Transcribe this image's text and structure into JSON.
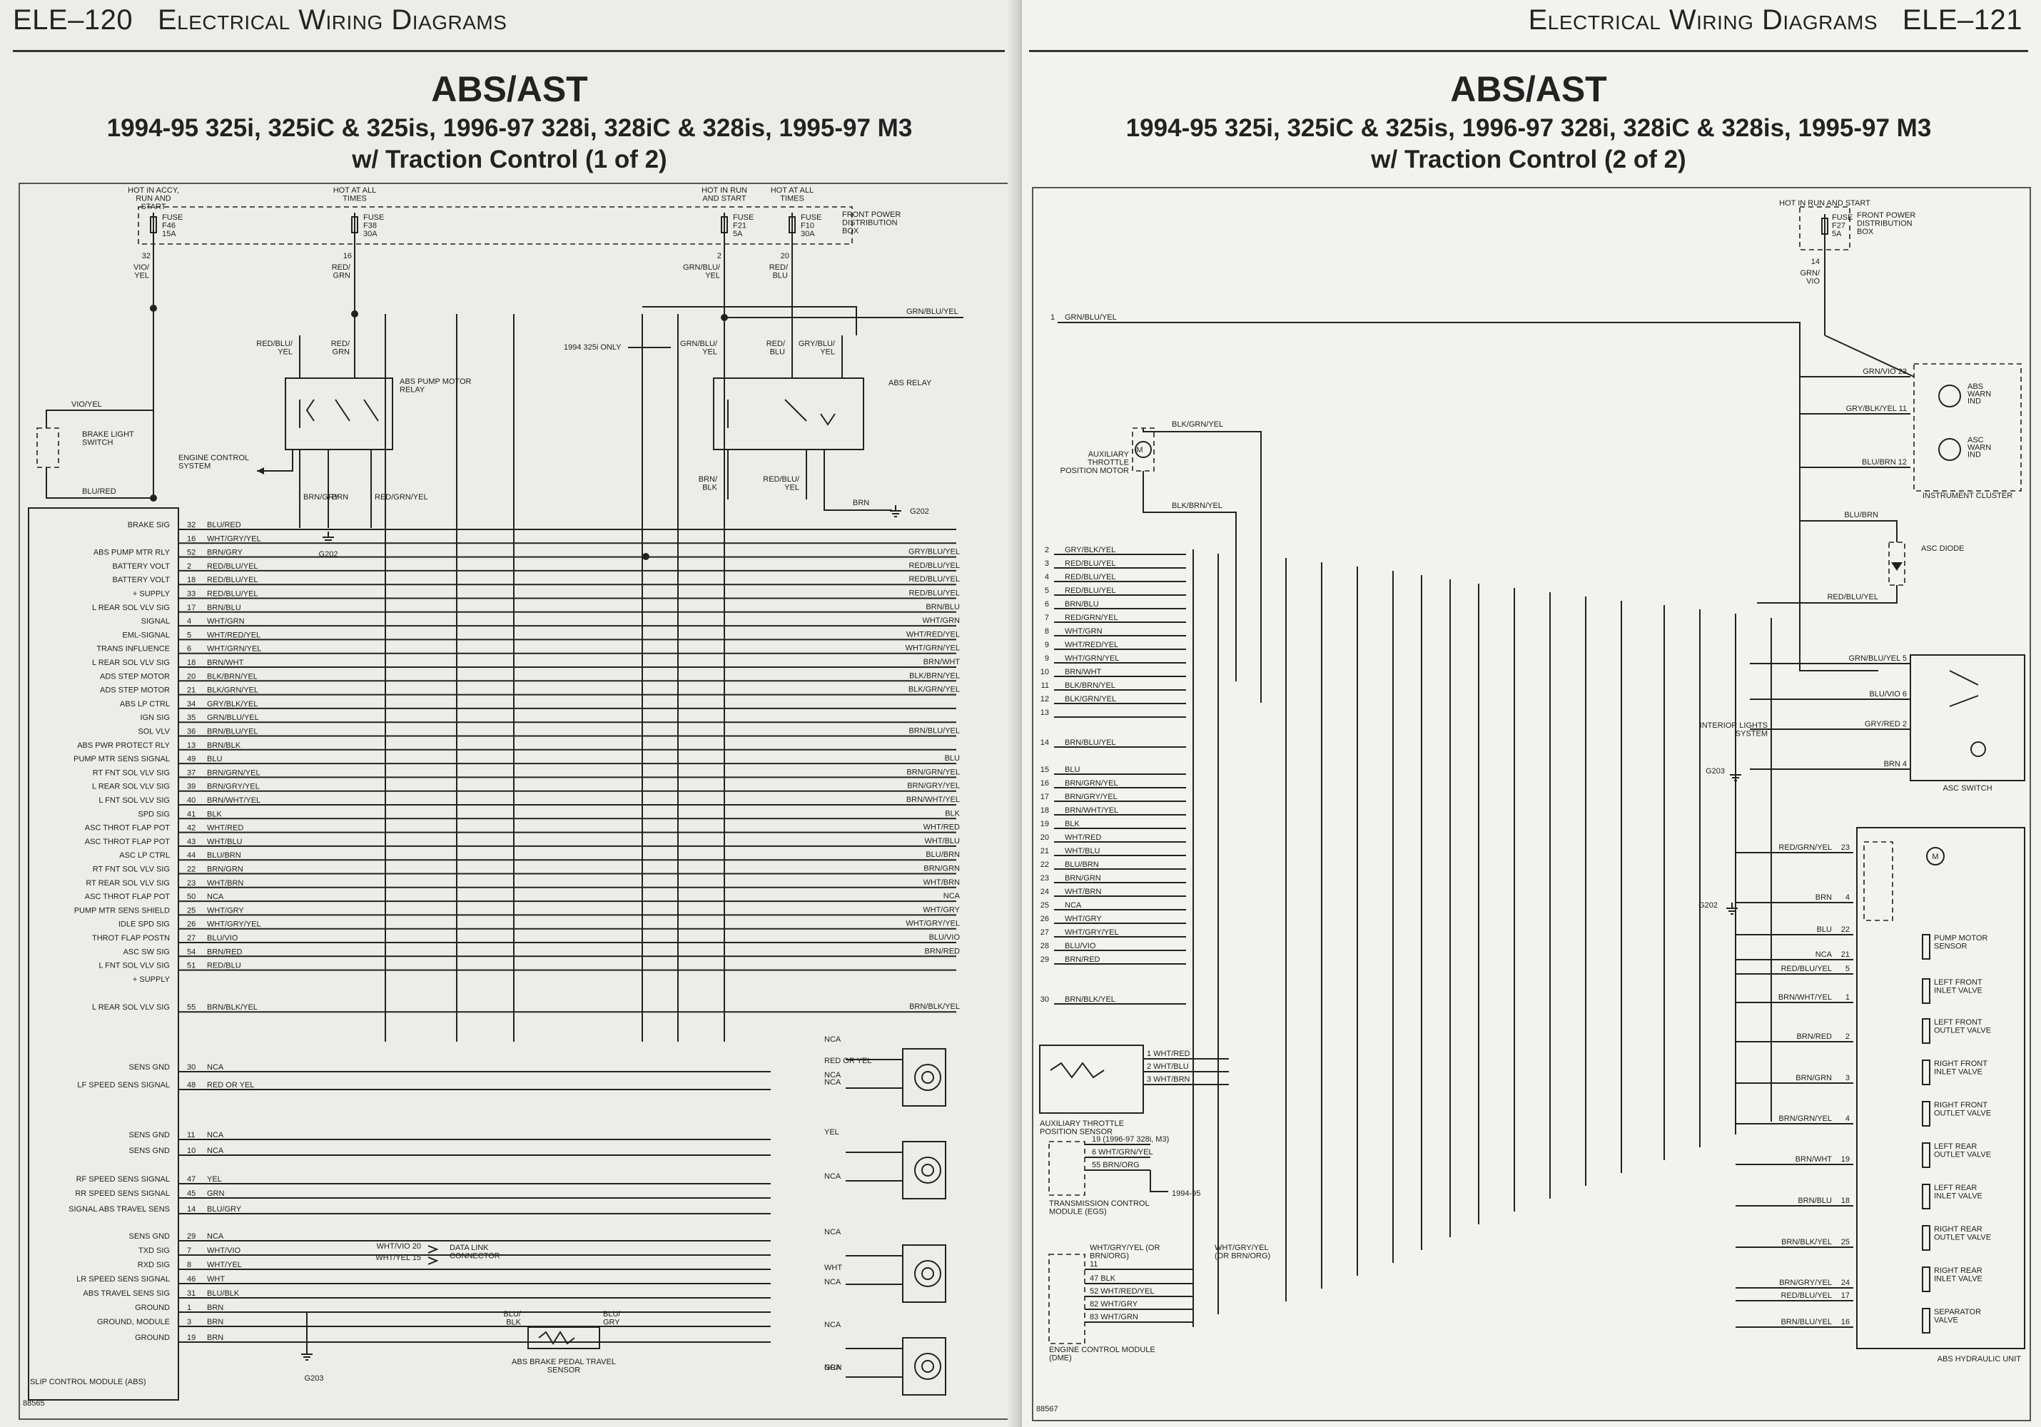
{
  "left": {
    "page_number": "ELE–120",
    "header": "Electrical Wiring Diagrams",
    "title": "ABS/AST",
    "subtitle": "1994-95 325i, 325iC & 325is, 1996-97 328i, 328iC & 328is, 1995-97 M3",
    "subtitle2": "w/ Traction Control (1 of 2)",
    "fuse_groups": [
      {
        "label": "HOT IN ACCY, RUN AND START",
        "fuse": "FUSE F46 15A",
        "wire": "VIO/ YEL",
        "terminal": "32"
      },
      {
        "label": "HOT AT ALL TIMES",
        "fuse": "FUSE F38 30A",
        "wire": "RED/ GRN",
        "terminal": "16"
      },
      {
        "label": "HOT IN RUN AND START",
        "fuse": "FUSE F21 5A",
        "wire": "GRN/BLU/ YEL",
        "terminal": "2"
      },
      {
        "label": "HOT AT ALL TIMES",
        "fuse": "FUSE F10 30A",
        "wire": "RED/ BLU",
        "terminal": "20"
      }
    ],
    "power_box": "FRONT POWER DISTRIBUTION BOX",
    "brake_switch": "BRAKE LIGHT SWITCH",
    "brake_wire": "VIO/YEL",
    "blu_red": "BLU/RED",
    "engine_control": "ENGINE CONTROL SYSTEM",
    "pump_relay": "ABS PUMP MOTOR RELAY",
    "abs_relay": "ABS RELAY",
    "only_note": "1994 325i ONLY",
    "relay_wires": [
      "RED/BLU/ YEL",
      "RED/ GRN",
      "GRN/BLU/ YEL",
      "RED/ BLU",
      "GRY/BLU/ YEL",
      "BRN/ BLK",
      "RED/BLU/ YEL",
      "BRN",
      "BRN/GRY",
      "BRN",
      "RED/GRN/YEL"
    ],
    "top_right_wire": "GRN/BLU/YEL",
    "ground_g202": "G202",
    "ground_g203": "G203",
    "pins": [
      {
        "label": "BRAKE SIG",
        "pin": "32",
        "wire": "BLU/RED",
        "right": ""
      },
      {
        "label": "",
        "pin": "16",
        "wire": "WHT/GRY/YEL",
        "right": ""
      },
      {
        "label": "ABS PUMP MTR RLY",
        "pin": "52",
        "wire": "BRN/GRY",
        "right": "GRY/BLU/YEL"
      },
      {
        "label": "BATTERY VOLT",
        "pin": "2",
        "wire": "RED/BLU/YEL",
        "right": "RED/BLU/YEL"
      },
      {
        "label": "BATTERY VOLT",
        "pin": "18",
        "wire": "RED/BLU/YEL",
        "right": "RED/BLU/YEL"
      },
      {
        "label": "+ SUPPLY",
        "pin": "33",
        "wire": "RED/BLU/YEL",
        "right": "RED/BLU/YEL"
      },
      {
        "label": "L REAR SOL VLV SIG",
        "pin": "17",
        "wire": "BRN/BLU",
        "right": "BRN/BLU"
      },
      {
        "label": "SIGNAL",
        "pin": "4",
        "wire": "WHT/GRN",
        "right": "WHT/GRN"
      },
      {
        "label": "EML-SIGNAL",
        "pin": "5",
        "wire": "WHT/RED/YEL",
        "right": "WHT/RED/YEL"
      },
      {
        "label": "TRANS INFLUENCE",
        "pin": "6",
        "wire": "WHT/GRN/YEL",
        "right": "WHT/GRN/YEL"
      },
      {
        "label": "L REAR SOL VLV SIG",
        "pin": "18",
        "wire": "BRN/WHT",
        "right": "BRN/WHT"
      },
      {
        "label": "ADS STEP MOTOR",
        "pin": "20",
        "wire": "BLK/BRN/YEL",
        "right": "BLK/BRN/YEL"
      },
      {
        "label": "ADS STEP MOTOR",
        "pin": "21",
        "wire": "BLK/GRN/YEL",
        "right": "BLK/GRN/YEL"
      },
      {
        "label": "ABS LP CTRL",
        "pin": "34",
        "wire": "GRY/BLK/YEL",
        "right": ""
      },
      {
        "label": "IGN SIG",
        "pin": "35",
        "wire": "GRN/BLU/YEL",
        "right": ""
      },
      {
        "label": "SOL VLV",
        "pin": "36",
        "wire": "BRN/BLU/YEL",
        "right": "BRN/BLU/YEL"
      },
      {
        "label": "ABS PWR PROTECT RLY",
        "pin": "13",
        "wire": "BRN/BLK",
        "right": ""
      },
      {
        "label": "PUMP MTR SENS SIGNAL",
        "pin": "49",
        "wire": "BLU",
        "right": "BLU"
      },
      {
        "label": "RT FNT SOL VLV SIG",
        "pin": "37",
        "wire": "BRN/GRN/YEL",
        "right": "BRN/GRN/YEL"
      },
      {
        "label": "L REAR SOL VLV SIG",
        "pin": "39",
        "wire": "BRN/GRY/YEL",
        "right": "BRN/GRY/YEL"
      },
      {
        "label": "L FNT SOL VLV SIG",
        "pin": "40",
        "wire": "BRN/WHT/YEL",
        "right": "BRN/WHT/YEL"
      },
      {
        "label": "SPD SIG",
        "pin": "41",
        "wire": "BLK",
        "right": "BLK"
      },
      {
        "label": "ASC THROT FLAP POT",
        "pin": "42",
        "wire": "WHT/RED",
        "right": "WHT/RED"
      },
      {
        "label": "ASC THROT FLAP POT",
        "pin": "43",
        "wire": "WHT/BLU",
        "right": "WHT/BLU"
      },
      {
        "label": "ASC LP CTRL",
        "pin": "44",
        "wire": "BLU/BRN",
        "right": "BLU/BRN"
      },
      {
        "label": "RT FNT SOL VLV SIG",
        "pin": "22",
        "wire": "BRN/GRN",
        "right": "BRN/GRN"
      },
      {
        "label": "RT REAR SOL VLV SIG",
        "pin": "23",
        "wire": "WHT/BRN",
        "right": "WHT/BRN"
      },
      {
        "label": "ASC THROT FLAP POT",
        "pin": "50",
        "wire": "NCA",
        "right": "NCA"
      },
      {
        "label": "PUMP MTR SENS SHIELD",
        "pin": "25",
        "wire": "WHT/GRY",
        "right": "WHT/GRY"
      },
      {
        "label": "IDLE SPD SIG",
        "pin": "26",
        "wire": "WHT/GRY/YEL",
        "right": "WHT/GRY/YEL"
      },
      {
        "label": "THROT FLAP POSTN",
        "pin": "27",
        "wire": "BLU/VIO",
        "right": "BLU/VIO"
      },
      {
        "label": "ASC SW SIG",
        "pin": "54",
        "wire": "BRN/RED",
        "right": "BRN/RED"
      },
      {
        "label": "L FNT SOL VLV SIG",
        "pin": "51",
        "wire": "RED/BLU",
        "right": ""
      },
      {
        "label": "+ SUPPLY",
        "pin": "",
        "wire": "",
        "right": ""
      },
      {
        "label": "L REAR SOL VLV SIG",
        "pin": "55",
        "wire": "BRN/BLK/YEL",
        "right": "BRN/BLK/YEL"
      }
    ],
    "sensor_pins": [
      {
        "label": "SENS GND",
        "pin": "30",
        "wire": "NCA"
      },
      {
        "label": "LF SPEED SENS SIGNAL",
        "pin": "48",
        "wire": "RED OR YEL"
      },
      {
        "label": "SENS GND",
        "pin": "11",
        "wire": "NCA"
      },
      {
        "label": "SENS GND",
        "pin": "10",
        "wire": "NCA"
      },
      {
        "label": "RF SPEED SENS SIGNAL",
        "pin": "47",
        "wire": "YEL"
      },
      {
        "label": "RR SPEED SENS SIGNAL",
        "pin": "45",
        "wire": "GRN"
      },
      {
        "label": "SIGNAL ABS TRAVEL SENS",
        "pin": "14",
        "wire": "BLU/GRY"
      },
      {
        "label": "SENS GND",
        "pin": "29",
        "wire": "NCA"
      },
      {
        "label": "TXD SIG",
        "pin": "7",
        "wire": "WHT/VIO"
      },
      {
        "label": "RXD SIG",
        "pin": "8",
        "wire": "WHT/YEL"
      },
      {
        "label": "LR SPEED SENS SIGNAL",
        "pin": "46",
        "wire": "WHT"
      },
      {
        "label": "ABS TRAVEL SENS SIG",
        "pin": "31",
        "wire": "BLU/BLK"
      },
      {
        "label": "GROUND",
        "pin": "1",
        "wire": "BRN"
      },
      {
        "label": "GROUND, MODULE",
        "pin": "3",
        "wire": "BRN"
      },
      {
        "label": "GROUND",
        "pin": "19",
        "wire": "BRN"
      }
    ],
    "sensor_right_labels": [
      "NCA",
      "RED OR YEL",
      "NCA",
      "NCA",
      "YEL",
      "NCA",
      "NCA",
      "WHT",
      "NCA",
      "GRN",
      "NCA",
      "NCA"
    ],
    "data_link": "DATA LINK CONNECTOR",
    "dlc_wires": [
      "WHT/VIO 20",
      "WHT/YEL 15"
    ],
    "pedal_sensor": "ABS BRAKE PEDAL TRAVEL SENSOR",
    "pedal_wires": [
      "BLU/ BLK",
      "BLU/ GRY"
    ],
    "module": "SLIP CONTROL MODULE (ABS)",
    "diagram_code": "88565"
  },
  "right": {
    "page_number": "ELE–121",
    "header": "Electrical Wiring Diagrams",
    "title": "ABS/AST",
    "subtitle": "1994-95 325i, 325iC & 325is, 1996-97 328i, 328iC & 328is, 1995-97 M3",
    "subtitle2": "w/ Traction Control (2 of 2)",
    "fuse": {
      "label": "HOT IN RUN AND START",
      "fuse": "FUSE F27 5A",
      "wire": "GRN/ VIO",
      "terminal": "14"
    },
    "power_box": "FRONT POWER DISTRIBUTION BOX",
    "aux_motor": "AUXILIARY THROTTLE POSITION MOTOR",
    "aux_motor_wires": [
      "BLK/GRN/YEL",
      "BLK/BRN/YEL"
    ],
    "top_wire": "GRN/BLU/YEL",
    "left_wires": [
      {
        "n": "1",
        "wire": "GRN/BLU/YEL"
      },
      {
        "n": "2",
        "wire": "GRY/BLK/YEL"
      },
      {
        "n": "3",
        "wire": "RED/BLU/YEL"
      },
      {
        "n": "4",
        "wire": "RED/BLU/YEL"
      },
      {
        "n": "5",
        "wire": "RED/BLU/YEL"
      },
      {
        "n": "6",
        "wire": "BRN/BLU"
      },
      {
        "n": "7",
        "wire": "RED/GRN/YEL"
      },
      {
        "n": "8",
        "wire": "WHT/GRN"
      },
      {
        "n": "9",
        "wire": "WHT/RED/YEL"
      },
      {
        "n": "9",
        "wire": "WHT/GRN/YEL"
      },
      {
        "n": "10",
        "wire": "BRN/WHT"
      },
      {
        "n": "11",
        "wire": "BLK/BRN/YEL"
      },
      {
        "n": "12",
        "wire": "BLK/GRN/YEL"
      },
      {
        "n": "13",
        "wire": ""
      },
      {
        "n": "14",
        "wire": "BRN/BLU/YEL"
      },
      {
        "n": "15",
        "wire": "BLU"
      },
      {
        "n": "16",
        "wire": "BRN/GRN/YEL"
      },
      {
        "n": "17",
        "wire": "BRN/GRY/YEL"
      },
      {
        "n": "18",
        "wire": "BRN/WHT/YEL"
      },
      {
        "n": "19",
        "wire": "BLK"
      },
      {
        "n": "20",
        "wire": "WHT/RED"
      },
      {
        "n": "21",
        "wire": "WHT/BLU"
      },
      {
        "n": "22",
        "wire": "BLU/BRN"
      },
      {
        "n": "23",
        "wire": "BRN/GRN"
      },
      {
        "n": "24",
        "wire": "WHT/BRN"
      },
      {
        "n": "25",
        "wire": "NCA"
      },
      {
        "n": "26",
        "wire": "WHT/GRY"
      },
      {
        "n": "27",
        "wire": "WHT/GRY/YEL"
      },
      {
        "n": "28",
        "wire": "BLU/VIO"
      },
      {
        "n": "29",
        "wire": "BRN/RED"
      },
      {
        "n": "30",
        "wire": "BRN/BLK/YEL"
      }
    ],
    "cluster": "INSTRUMENT CLUSTER",
    "cluster_wires": [
      "GRN/VIO 23",
      "GRY/BLK/YEL 11",
      "BLU/BRN 12"
    ],
    "abs_warn": "ABS WARN IND",
    "asc_warn": "ASC WARN IND",
    "asc_diode": "ASC DIODE",
    "diode_wires": [
      "BLU/BRN",
      "RED/BLU/YEL"
    ],
    "asc_switch": "ASC SWITCH",
    "switch_wires": [
      "GRN/BLU/YEL 5",
      "BLU/VIO 6",
      "GRY/RED 2",
      "BRN 4"
    ],
    "interior_lights": "INTERIOR LIGHTS SYSTEM",
    "g203": "G203",
    "g202": "G202",
    "hydraulic_unit": "ABS HYDRAULIC UNIT",
    "unit_wires": [
      {
        "wire": "RED/GRN/YEL",
        "pin": "23"
      },
      {
        "wire": "BRN",
        "pin": "4"
      },
      {
        "wire": "BLU",
        "pin": "22"
      },
      {
        "wire": "NCA",
        "pin": "21"
      },
      {
        "wire": "RED/BLU/YEL",
        "pin": "5"
      },
      {
        "wire": "BRN/WHT/YEL",
        "pin": "1"
      },
      {
        "wire": "BRN/RED",
        "pin": "2"
      },
      {
        "wire": "BRN/GRN",
        "pin": "3"
      },
      {
        "wire": "BRN/GRN/YEL",
        "pin": "4"
      },
      {
        "wire": "BRN/WHT",
        "pin": "19"
      },
      {
        "wire": "BRN/BLU",
        "pin": "18"
      },
      {
        "wire": "BRN/BLK/YEL",
        "pin": "25"
      },
      {
        "wire": "BRN/GRY/YEL",
        "pin": "24"
      },
      {
        "wire": "RED/BLU/YEL",
        "pin": "17"
      },
      {
        "wire": "BRN/BLU/YEL",
        "pin": "16"
      }
    ],
    "valves": [
      "PUMP MOTOR SENSOR",
      "LEFT FRONT INLET VALVE",
      "LEFT FRONT OUTLET VALVE",
      "RIGHT FRONT INLET VALVE",
      "RIGHT FRONT OUTLET VALVE",
      "LEFT REAR OUTLET VALVE",
      "LEFT REAR INLET VALVE",
      "RIGHT REAR OUTLET VALVE",
      "RIGHT REAR INLET VALVE",
      "SEPARATOR VALVE"
    ],
    "aux_sensor": "AUXILIARY THROTTLE POSITION SENSOR",
    "aux_sensor_wires": [
      "1 WHT/RED",
      "2 WHT/BLU",
      "3 WHT/BRN"
    ],
    "tcm": "TRANSMISSION CONTROL MODULE (EGS)",
    "tcm_wires": [
      "19 (1996-97 328i, M3)",
      "6 WHT/GRN/YEL",
      "55 BRN/ORG"
    ],
    "tcm_note": "1994-95",
    "ecm": "ENGINE CONTROL MODULE (DME)",
    "ecm_wires": [
      "WHT/GRY/YEL (OR BRN/ORG)",
      "47 BLK",
      "52 WHT/RED/YEL",
      "82 WHT/GRY",
      "83 WHT/GRN"
    ],
    "ecm_right": "WHT/GRY/YEL (OR BRN/ORG)",
    "ecm_pin": "11",
    "diagram_code": "88567"
  }
}
